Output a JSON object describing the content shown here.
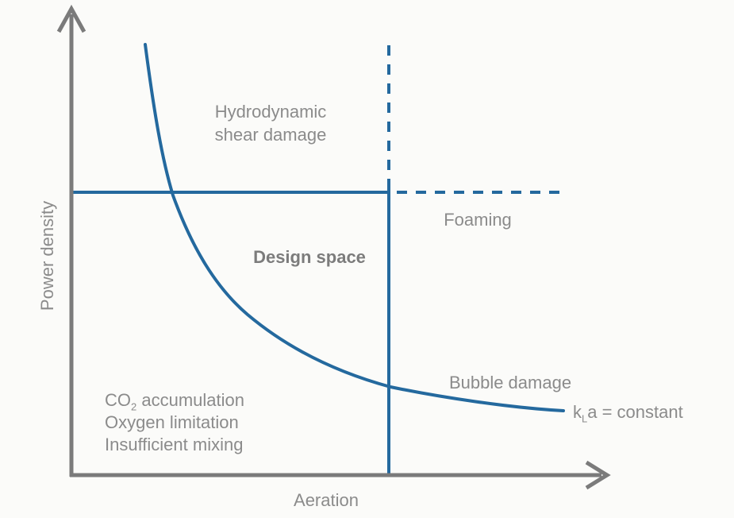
{
  "colors": {
    "blue": "#24699e",
    "axis_gray": "#7b7b7b",
    "label_gray": "#8b8b8b",
    "background": "#fbfbf9"
  },
  "axes": {
    "y_label": "Power density",
    "x_label": "Aeration"
  },
  "labels": {
    "hydrodynamic_line1": "Hydrodynamic",
    "hydrodynamic_line2": "shear damage",
    "foaming": "Foaming",
    "design_space": "Design space",
    "bubble_damage": "Bubble damage",
    "kla_k": "k",
    "kla_sub": "L",
    "kla_rest": "a = constant",
    "co2_prefix": "CO",
    "co2_sub": "2",
    "co2_rest": " accumulation",
    "oxygen_limitation": "Oxygen limitation",
    "insufficient_mixing": "Insufficient mixing"
  },
  "chart_data": {
    "type": "line",
    "title": "",
    "xlabel": "Aeration",
    "ylabel": "Power density",
    "quantitative": false,
    "grid": false,
    "boundaries": [
      {
        "name": "kLa = constant",
        "shape": "hyperbolic decreasing curve",
        "style": "solid",
        "color": "#24699e"
      },
      {
        "name": "maximum power density limit",
        "orientation": "horizontal",
        "style": "solid left of aeration limit, dashed to the right",
        "color": "#24699e"
      },
      {
        "name": "maximum aeration limit",
        "orientation": "vertical",
        "style": "solid below power limit, dashed above",
        "color": "#24699e"
      }
    ],
    "regions": [
      {
        "label": "Design space",
        "position": "central region bounded by curve (below-left) and the two limit lines"
      },
      {
        "label": "Hydrodynamic shear damage",
        "position": "above the horizontal power density limit"
      },
      {
        "label": "Foaming",
        "position": "right of the vertical aeration limit, below its dashed extension"
      },
      {
        "label": "Bubble damage",
        "position": "lower right, just above the flattening curve"
      },
      {
        "label": "CO2 accumulation / Oxygen limitation / Insufficient mixing",
        "position": "lower left, below the curve"
      }
    ]
  }
}
